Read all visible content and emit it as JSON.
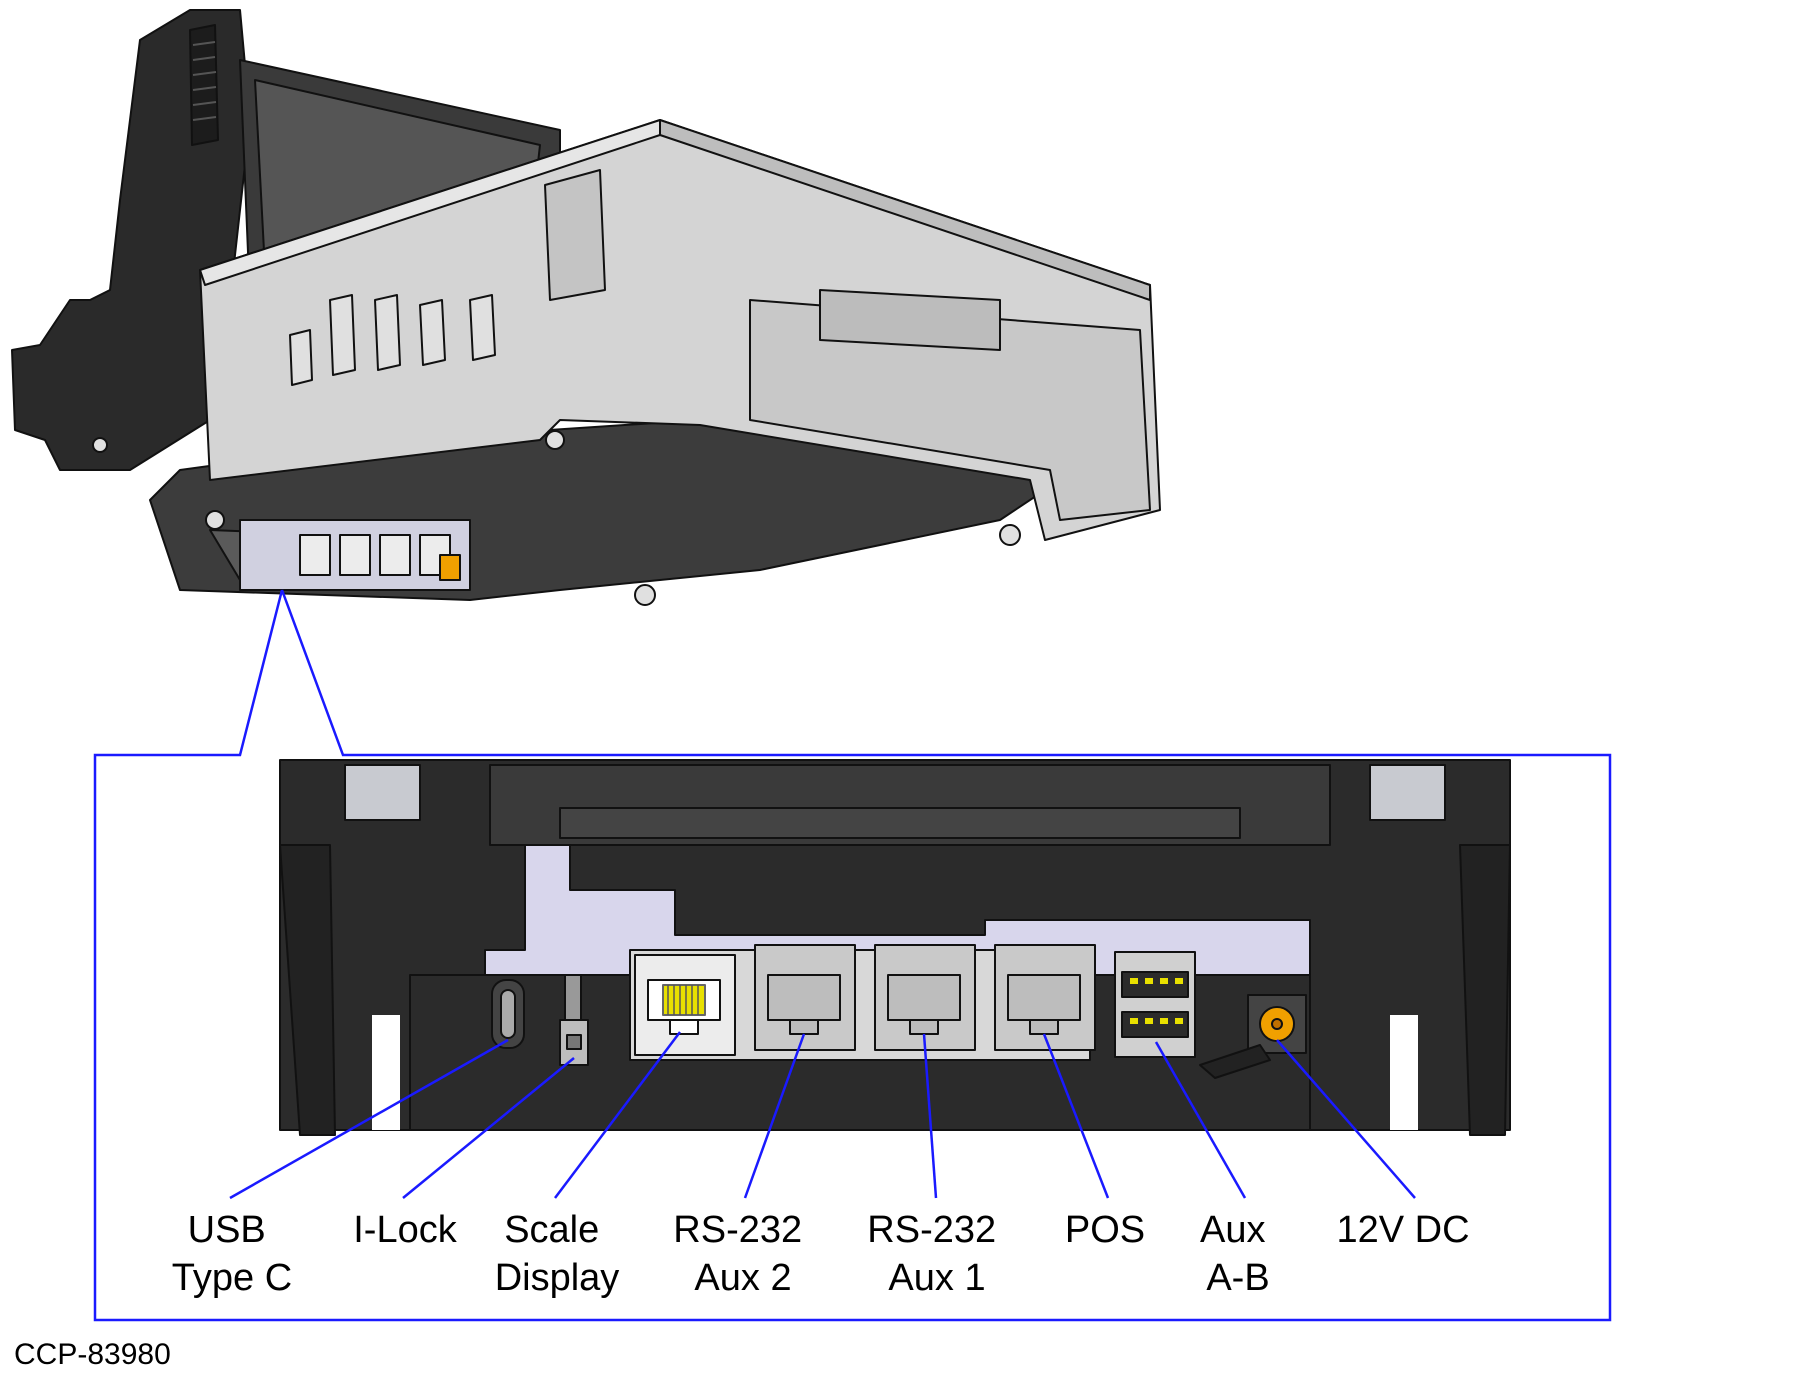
{
  "figure_id": "CCP-83980",
  "colors": {
    "callout": "#1a1aff",
    "housing_dark": "#2b2b2b",
    "chassis_gray": "#d4d4d4",
    "panel_lavender": "#d8d6ec",
    "port_gray": "#c9c9c9",
    "accent_yellow": "#e8e000",
    "accent_orange": "#f0a000"
  },
  "ports": [
    {
      "name": "usb-type-c",
      "label_line1": "USB",
      "label_line2": "Type C",
      "icon": "usb-c-port-icon"
    },
    {
      "name": "i-lock",
      "label_line1": "I-Lock",
      "label_line2": "",
      "icon": "i-lock-connector-icon"
    },
    {
      "name": "scale-display",
      "label_line1": "Scale",
      "label_line2": "Display",
      "icon": "rj-jack-icon"
    },
    {
      "name": "rs232-aux2",
      "label_line1": "RS-232",
      "label_line2": "Aux 2",
      "icon": "rj-jack-icon"
    },
    {
      "name": "rs232-aux1",
      "label_line1": "RS-232",
      "label_line2": "Aux 1",
      "icon": "rj-jack-icon"
    },
    {
      "name": "pos",
      "label_line1": "POS",
      "label_line2": "",
      "icon": "rj-jack-icon"
    },
    {
      "name": "aux-a-b",
      "label_line1": "Aux",
      "label_line2": "A-B",
      "icon": "usb-a-dual-port-icon"
    },
    {
      "name": "12v-dc",
      "label_line1": "12V DC",
      "label_line2": "",
      "icon": "dc-barrel-jack-icon"
    }
  ]
}
